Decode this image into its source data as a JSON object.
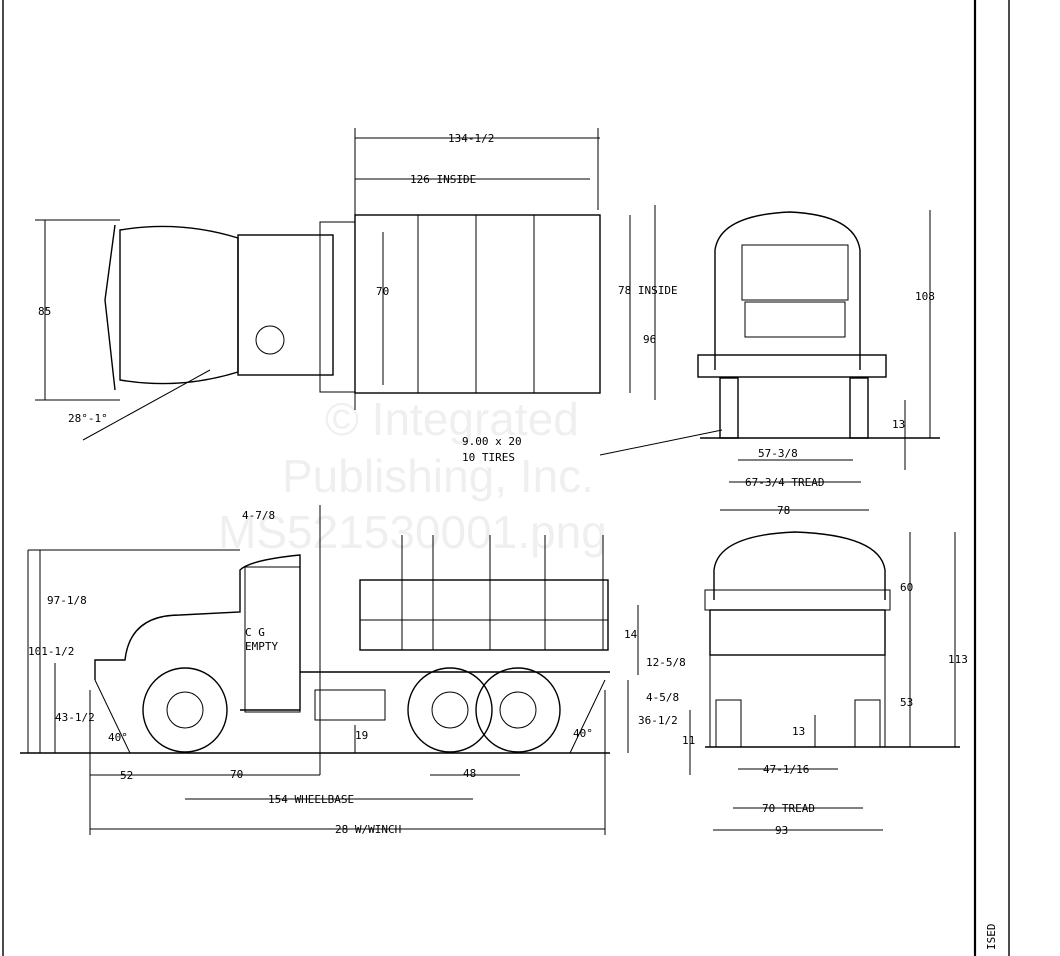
{
  "watermark": {
    "line1": "© Integrated",
    "line2": "Publishing, Inc.",
    "line3": "MS521530001.png"
  },
  "margin_text": "ISED",
  "top_view": {
    "overall_bed_length": "134-1/2",
    "inside_length": "126 INSIDE",
    "cab_width": "85",
    "inner_width": "70",
    "inside_width": "78 INSIDE",
    "overall_width": "96",
    "turn_angle": "28°-1°"
  },
  "front_view": {
    "height": "108",
    "ground_clearance": "13",
    "tires_line1": "9.00 x 20",
    "tires_line2": "10 TIRES",
    "inner_track": "57-3/8",
    "tread": "67-3/4 TREAD",
    "width": "78"
  },
  "side_view": {
    "stack_offset": "4-7/8",
    "cab_height": "97-1/8",
    "overall_height": "101-1/2",
    "cg_line1": "C G",
    "cg_line2": "EMPTY",
    "rack_height": "14",
    "bed_height": "12-5/8",
    "frame_height": "4-5/8",
    "front_bumper_height": "43-1/2",
    "approach_angle": "40°",
    "clearance_under": "19",
    "rear_height": "36-1/2",
    "departure_angle": "40°",
    "axle_clearance": "11",
    "front_overhang": "52",
    "front_to_cg": "70",
    "tandem_spacing": "48",
    "wheelbase": "154 WHEELBASE",
    "overall_length": "28 W/WINCH"
  },
  "rear_view": {
    "canvas_height": "60",
    "overall_height": "113",
    "bed_height": "53",
    "clearance": "13",
    "inner_track": "47-1/16",
    "tread": "70 TREAD",
    "width": "93"
  }
}
